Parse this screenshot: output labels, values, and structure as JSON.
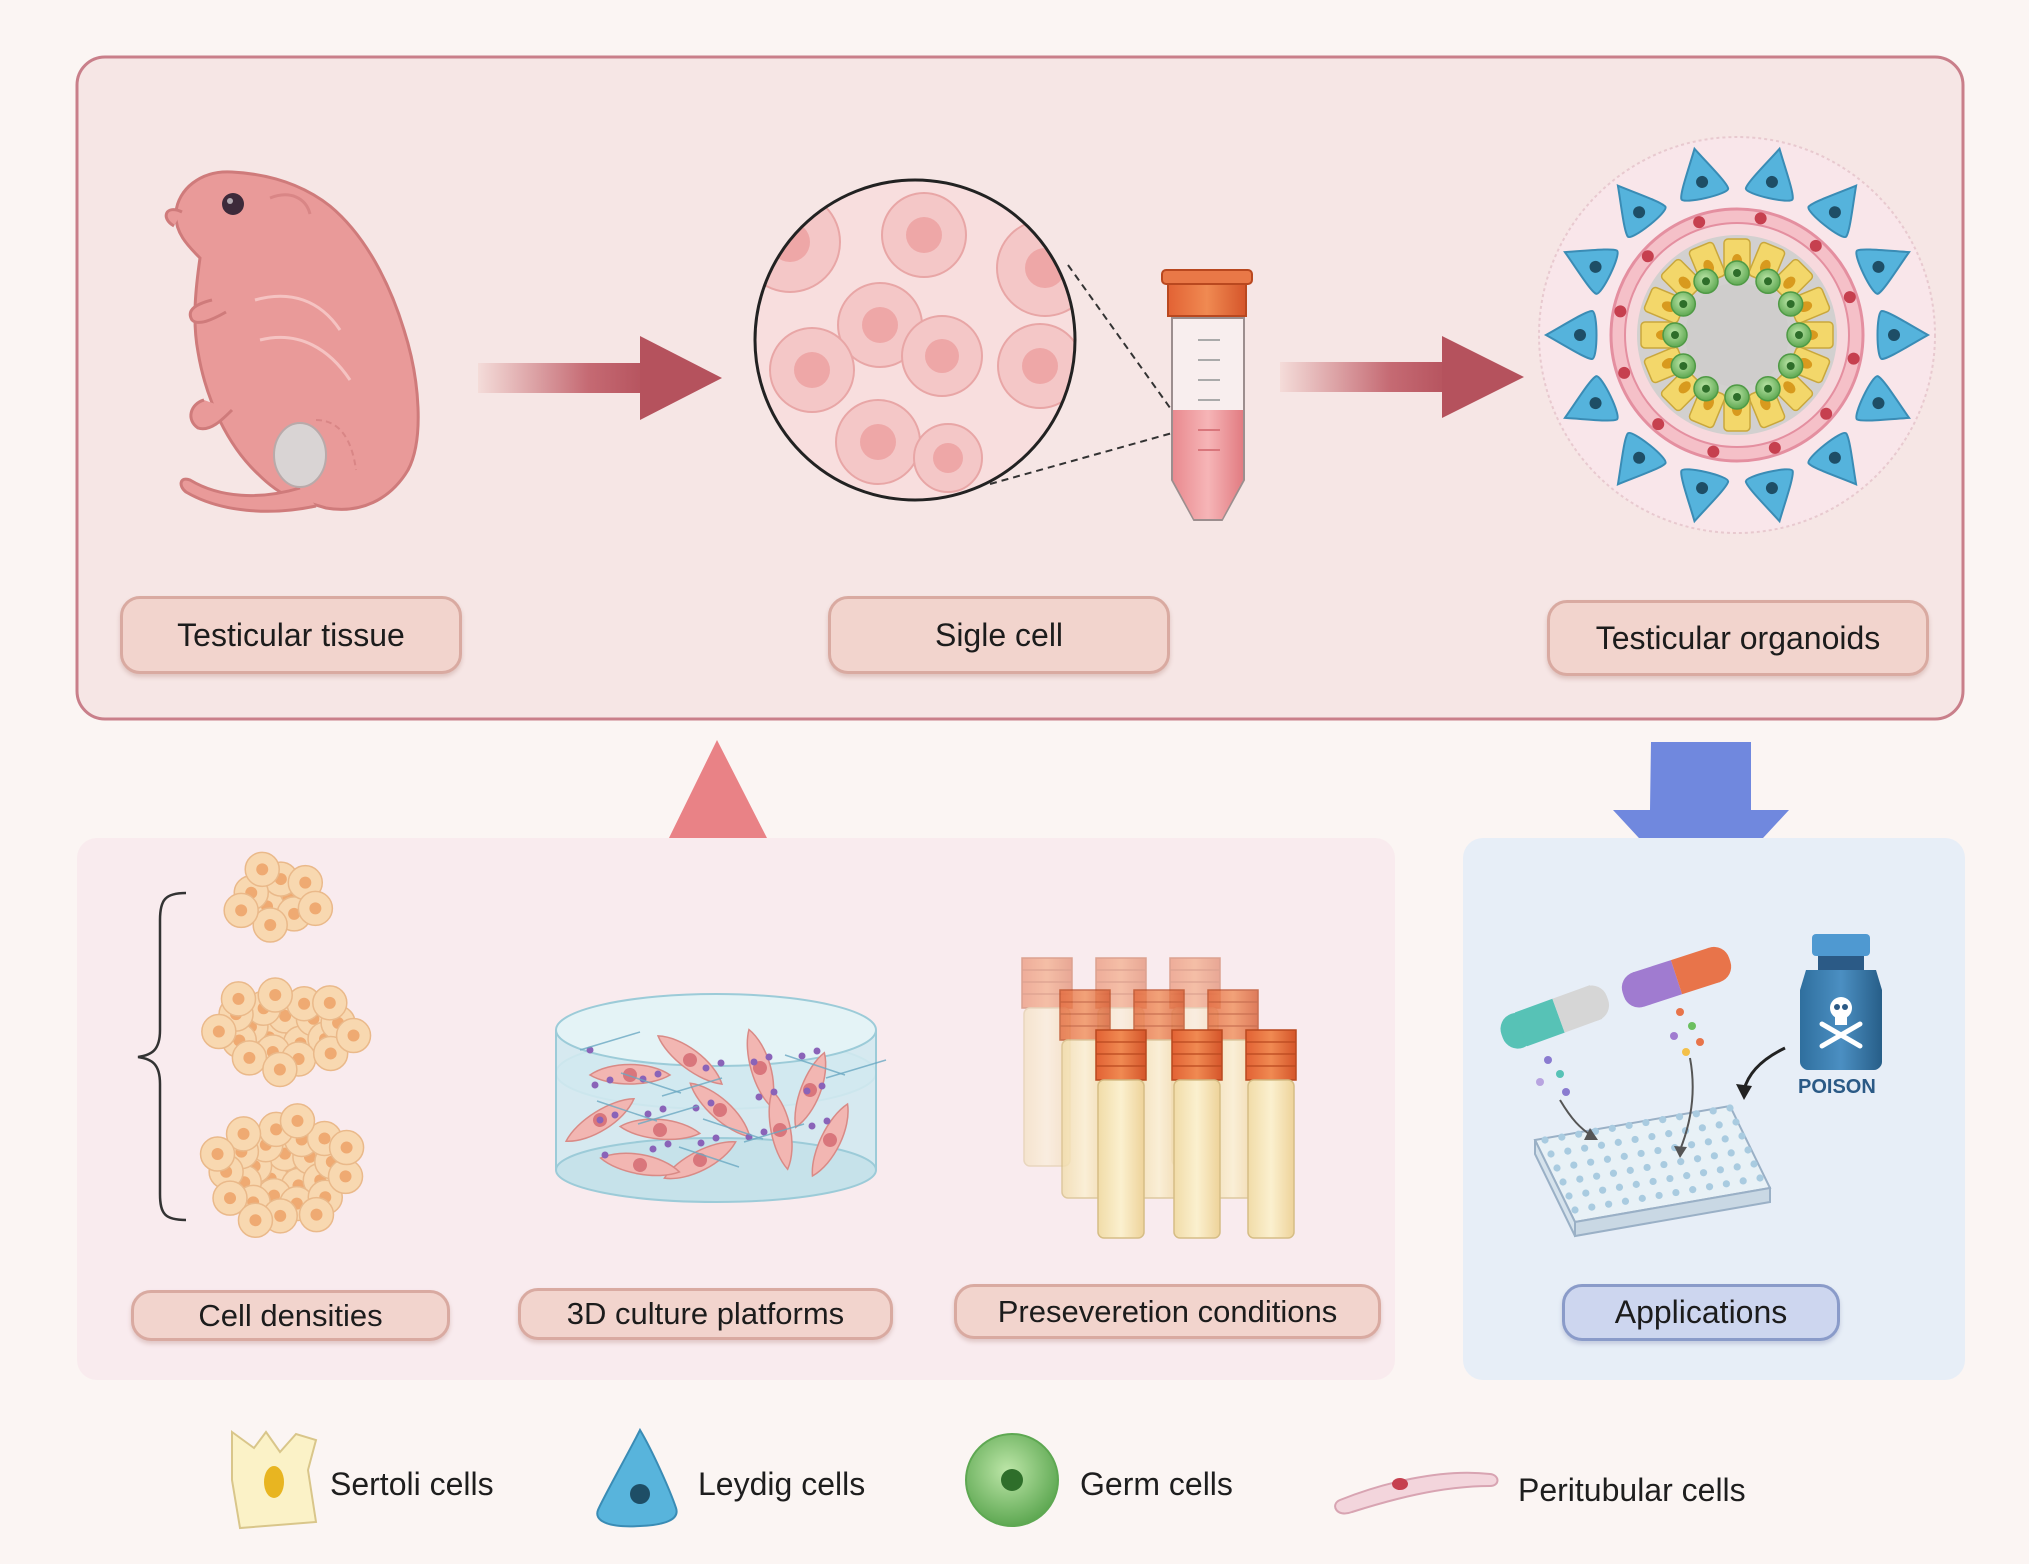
{
  "top_stage": {
    "labels": {
      "tissue": "Testicular tissue",
      "single_cell": "Sigle cell",
      "organoids": "Testicular organoids"
    }
  },
  "factors": {
    "labels": {
      "densities": "Cell densities",
      "culture": "3D culture platforms",
      "preservation": "Preseveretion conditions"
    }
  },
  "applications": {
    "label": "Applications",
    "poison_text": "POISON"
  },
  "legend": [
    {
      "label": "Sertoli cells"
    },
    {
      "label": "Leydig cells"
    },
    {
      "label": "Germ cells"
    },
    {
      "label": "Peritubular cells"
    }
  ],
  "colors": {
    "top_panel_bg": "#f6e6e5",
    "top_panel_border": "#c97f8a",
    "flow_arrow": "#b5525d",
    "up_arrow": "#e98286",
    "down_arrow": "#7088de",
    "leydig": "#55b3dc",
    "sertoli": "#f3d76a",
    "germ": "#6bbf5f"
  }
}
